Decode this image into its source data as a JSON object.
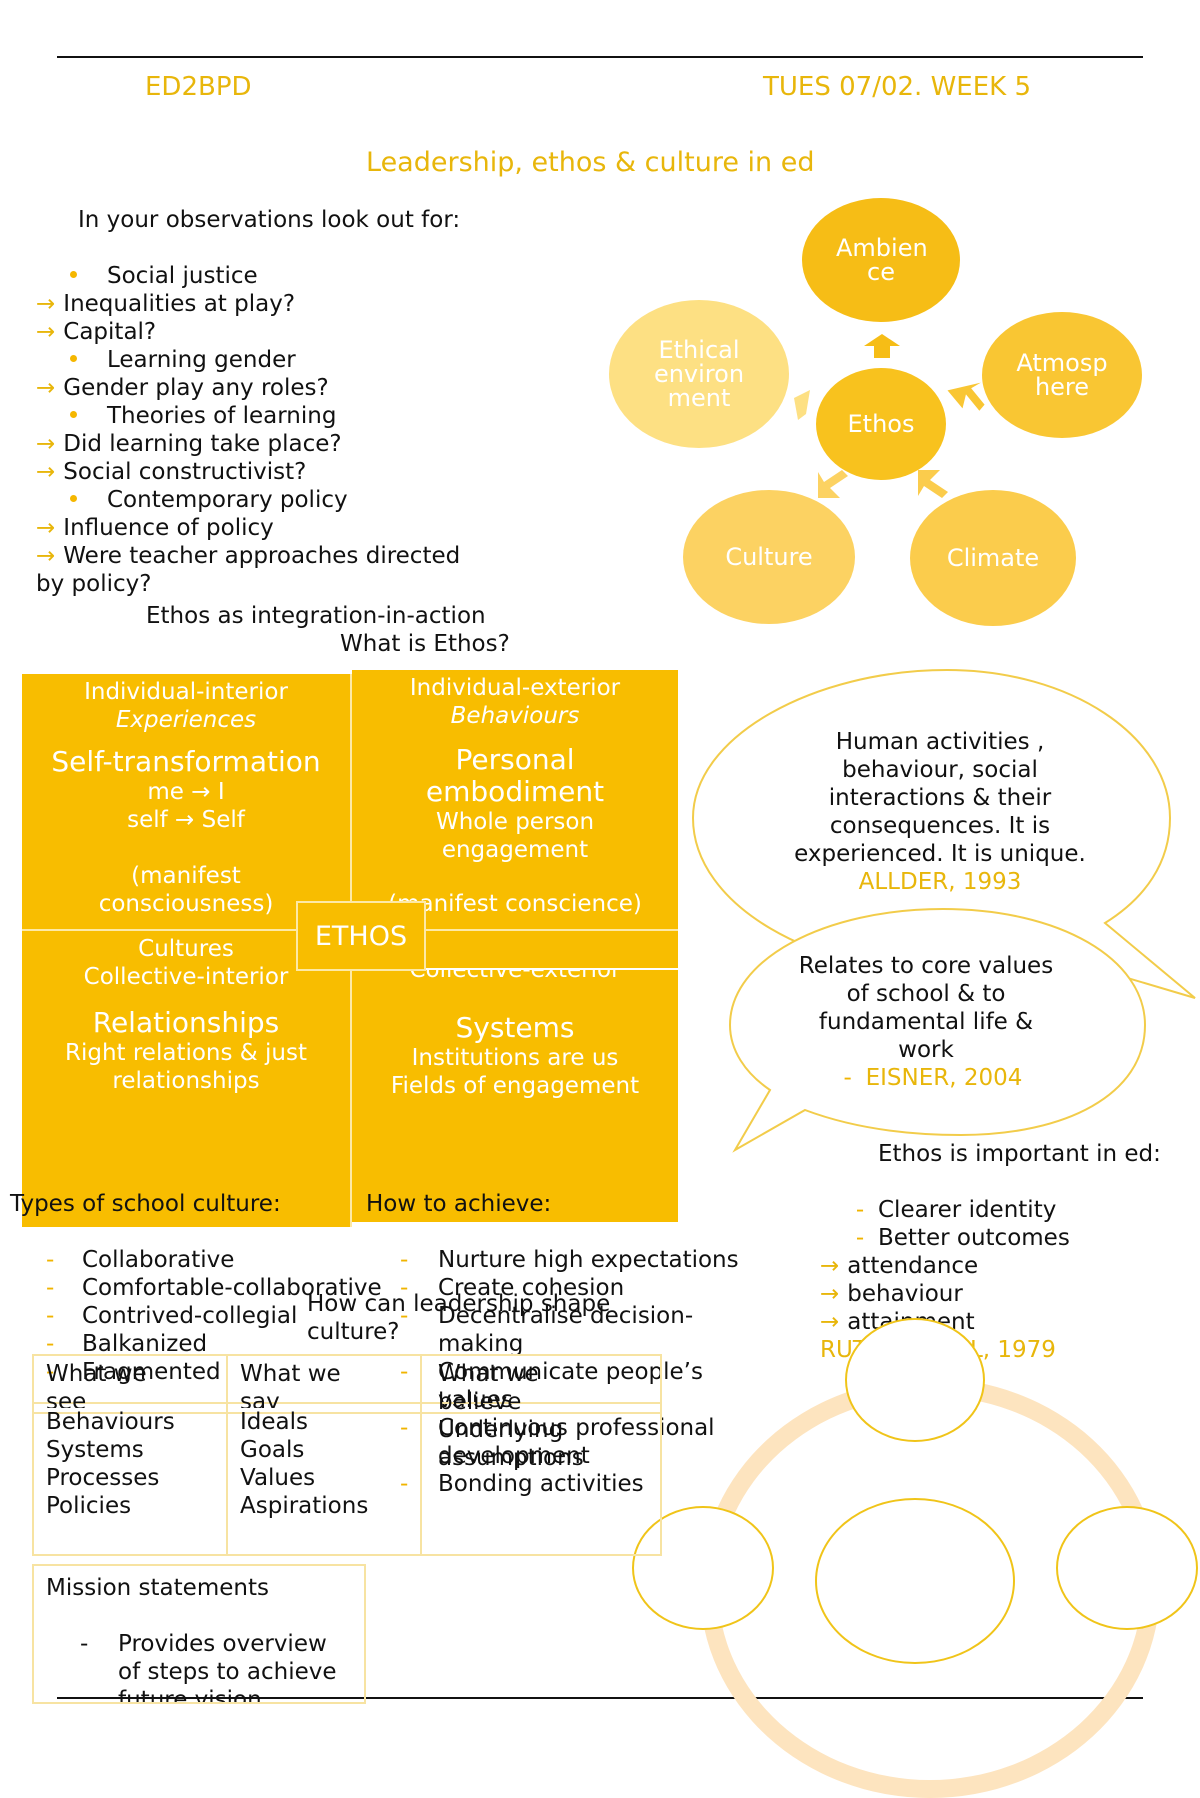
{
  "header": {
    "course_code": "ED2BPD",
    "date_week": "TUES 07/02. WEEK 5",
    "title": "Leadership, ethos & culture in ed"
  },
  "observations": {
    "heading": "In your observations look out for:",
    "items": [
      {
        "kind": "bullet",
        "text": "Social justice"
      },
      {
        "kind": "arrow",
        "text": "Inequalities at play?"
      },
      {
        "kind": "arrow",
        "text": "Capital?"
      },
      {
        "kind": "bullet",
        "text": "Learning gender"
      },
      {
        "kind": "arrow",
        "text": "Gender play any roles?"
      },
      {
        "kind": "bullet",
        "text": "Theories of learning"
      },
      {
        "kind": "arrow",
        "text": "Did learning take place?"
      },
      {
        "kind": "arrow",
        "text": "Social constructivist?"
      },
      {
        "kind": "bullet",
        "text": "Contemporary policy"
      },
      {
        "kind": "arrow",
        "text": "Influence of policy"
      },
      {
        "kind": "arrow",
        "text": "Were teacher approaches directed"
      }
    ],
    "wrap_text": "by policy?"
  },
  "cycle": {
    "center": "Ethos",
    "top": "Ambien ce",
    "right": "Atmosp here",
    "bottom_right": "Climate",
    "bottom_left": "Culture",
    "left": "Ethical environ ment",
    "colors": {
      "top": "#f6bd16",
      "right": "#f9c633",
      "center": "#f8c21e",
      "bottom_right": "#fbcc4c",
      "bottom_left": "#fcd262",
      "left": "#fde083"
    }
  },
  "ethos_integration": {
    "heading": "Ethos as integration-in-action",
    "question": "What is Ethos?",
    "center_label": "ETHOS",
    "q1": {
      "title": "Individual-interior",
      "subtitle": "Experiences",
      "main": "Self-transformation",
      "line1": "me → I",
      "line2": "self → Self",
      "note": "(manifest",
      "note2": "consciousness)"
    },
    "q2": {
      "title": "Individual-exterior",
      "subtitle": "Behaviours",
      "main1": "Personal",
      "main2": "embodiment",
      "line1": "Whole person",
      "line2": "engagement",
      "note": "(manifest conscience)"
    },
    "q3": {
      "title1": "Cultures",
      "title2": "Collective-interior",
      "main": "Relationships",
      "line1": "Right relations & just",
      "line2": "relationships"
    },
    "q4": {
      "title": "Collective-exterior",
      "main": "Systems",
      "line1": "Institutions are us",
      "line2": "Fields of engagement"
    }
  },
  "quote1": {
    "lines": [
      "Human activities ,",
      "behaviour, social",
      "interactions & their",
      "consequences. It is",
      "experienced. It is unique."
    ],
    "citation": "ALLDER, 1993"
  },
  "quote2": {
    "lines": [
      "Relates to core values",
      "of school & to",
      "fundamental life &",
      "work"
    ],
    "citation": "EISNER, 2004"
  },
  "importance": {
    "heading": "Ethos is important in ed:",
    "dash_items": [
      "Clearer identity",
      "Better outcomes"
    ],
    "arrow_items": [
      "attendance",
      "behaviour",
      "attainment"
    ],
    "citation": "RUTTER ET AL, 1979"
  },
  "types": {
    "heading": "Types of school culture:",
    "items": [
      "Collaborative",
      "Comfortable-collaborative",
      "Contrived-collegial",
      "Balkanized",
      "Fragmented"
    ]
  },
  "achieve": {
    "heading": "How to achieve:",
    "items": [
      {
        "l1": "Nurture high expectations"
      },
      {
        "l1": "Create cohesion"
      },
      {
        "l1": "Decentralise decision-",
        "l2": "making"
      },
      {
        "l1": "Communicate people’s",
        "l2": "values"
      },
      {
        "l1": "Continuous professional",
        "l2": "development"
      },
      {
        "l1": "Bonding activities"
      }
    ]
  },
  "leadership": {
    "line1": "How can leadership shape",
    "line2": "culture?"
  },
  "see_say_table": {
    "col1": {
      "h1": "What we",
      "h2": "see",
      "rows": [
        "Behaviours",
        "Systems",
        "Processes",
        "Policies"
      ]
    },
    "col2": {
      "h1": "What we",
      "h2": "say",
      "rows": [
        "Ideals",
        "Goals",
        "Values",
        "Aspirations"
      ]
    },
    "col3": {
      "h1": "What we",
      "h2": "believe",
      "h3": "Underlying",
      "h4": "assumptions"
    }
  },
  "mission": {
    "heading": "Mission statements",
    "item_l1": "Provides overview",
    "item_l2": "of steps to achieve",
    "item_l3": "future vision"
  }
}
